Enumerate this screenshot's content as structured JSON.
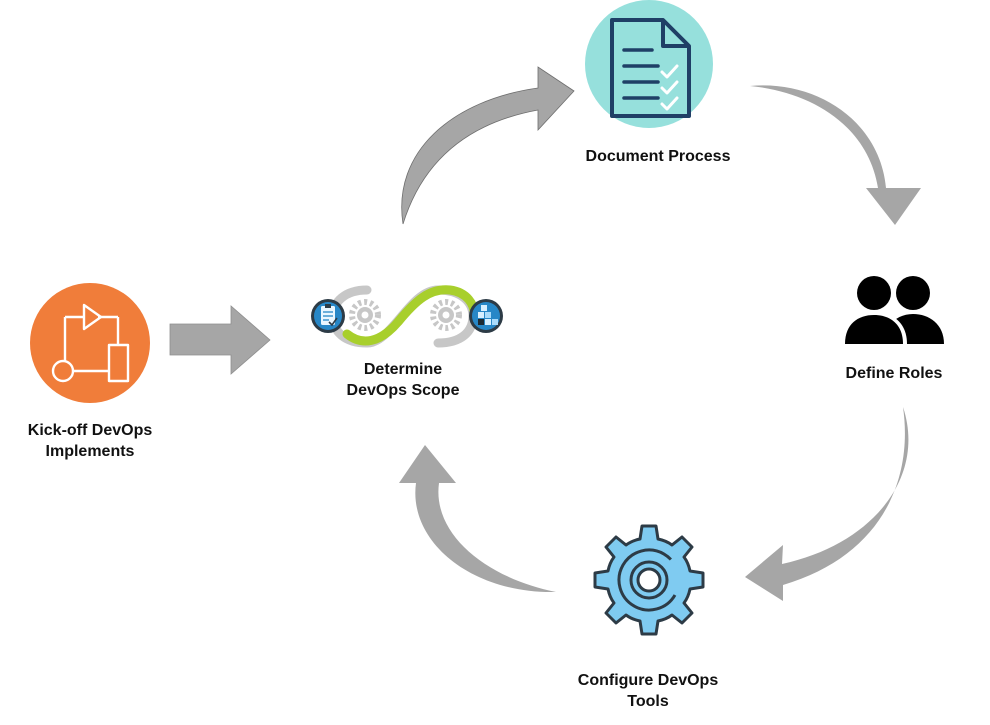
{
  "diagram": {
    "nodes": [
      {
        "id": "kickoff",
        "icon": "flow-chart-icon",
        "label_lines": [
          "Kick-off DevOps",
          "Implements"
        ]
      },
      {
        "id": "scope",
        "icon": "devops-infinity-icon",
        "label_lines": [
          "Determine",
          "DevOps Scope"
        ]
      },
      {
        "id": "document",
        "icon": "document-checklist-icon",
        "label_lines": [
          "Document Process"
        ]
      },
      {
        "id": "roles",
        "icon": "users-icon",
        "label_lines": [
          "Define Roles"
        ]
      },
      {
        "id": "tools",
        "icon": "gear-icon",
        "label_lines": [
          "Configure DevOps",
          "Tools"
        ]
      }
    ],
    "edges": [
      {
        "from": "kickoff",
        "to": "scope"
      },
      {
        "from": "scope",
        "to": "document"
      },
      {
        "from": "document",
        "to": "roles"
      },
      {
        "from": "roles",
        "to": "tools"
      },
      {
        "from": "tools",
        "to": "scope"
      }
    ],
    "colors": {
      "arrow_gray": "#a6a6a6",
      "kickoff_orange": "#f07d3a",
      "document_teal": "#96e0dc",
      "document_navy": "#1f3f66",
      "gear_blue": "#7fcbf1",
      "gear_dark": "#2d3b46",
      "infinity_green": "#a8cf2c",
      "infinity_gray": "#c7c7c7",
      "badge_blue": "#2787c7",
      "roles_black": "#000000"
    }
  }
}
